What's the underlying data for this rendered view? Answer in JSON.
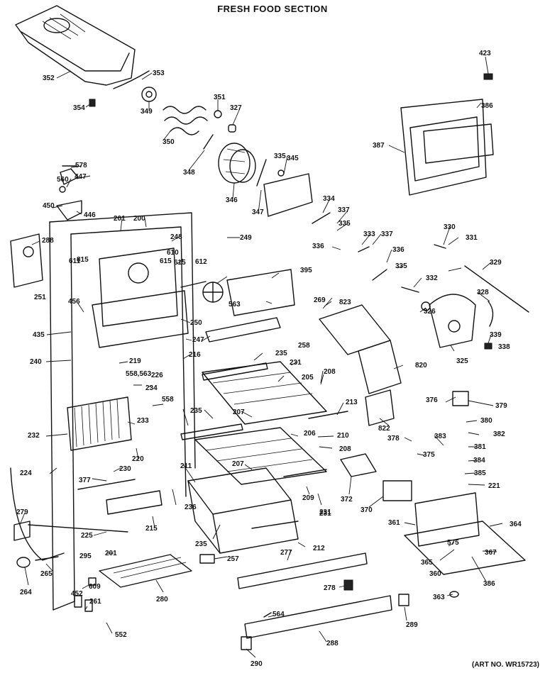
{
  "title": "FRESH FOOD SECTION",
  "art_number": "(ART NO. WR15723)",
  "labels": [
    "352",
    "353",
    "354",
    "349",
    "351",
    "327",
    "350",
    "348",
    "345",
    "335",
    "346",
    "347",
    "423",
    "386",
    "387",
    "578",
    "447",
    "560",
    "450",
    "446",
    "201",
    "200",
    "288",
    "248",
    "249",
    "334",
    "337",
    "335",
    "333",
    "337",
    "336",
    "336",
    "335",
    "330",
    "331",
    "329",
    "610",
    "612",
    "815",
    "563",
    "251",
    "615",
    "611",
    "615",
    "395",
    "269",
    "823",
    "328",
    "326",
    "456",
    "250",
    "435",
    "247",
    "258",
    "332",
    "338",
    "339",
    "325",
    "240",
    "219",
    "216",
    "235",
    "231",
    "820",
    "558,563",
    "226",
    "558",
    "234",
    "205",
    "233",
    "208",
    "235",
    "207",
    "213",
    "232",
    "206",
    "210",
    "822",
    "376",
    "379",
    "380",
    "378",
    "382",
    "231",
    "220",
    "207",
    "208",
    "383",
    "381",
    "375",
    "384",
    "224",
    "230",
    "211",
    "385",
    "377",
    "221",
    "372",
    "370",
    "209",
    "231",
    "279",
    "236",
    "361",
    "364",
    "225",
    "215",
    "235",
    "212",
    "201",
    "295",
    "265",
    "257",
    "277",
    "575",
    "367",
    "264",
    "609",
    "452",
    "261",
    "280",
    "278",
    "365",
    "360",
    "386",
    "363",
    "564",
    "552",
    "289",
    "288",
    "290"
  ]
}
